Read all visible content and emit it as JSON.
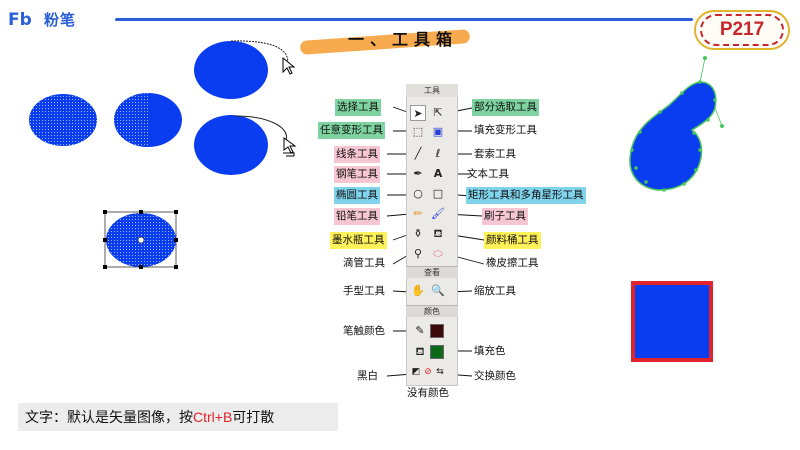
{
  "header": {
    "logo_fb": "Fb",
    "logo_cn": "粉笔",
    "page_label": "P217"
  },
  "title": "一、工具箱",
  "toolbox": {
    "head": "工具",
    "view_section": "查看",
    "color_section": "颜色"
  },
  "labels": {
    "select": "选择工具",
    "subselect": "部分选取工具",
    "free_transform": "任意变形工具",
    "fill_transform": "填充变形工具",
    "line": "线条工具",
    "lasso": "套索工具",
    "pen": "钢笔工具",
    "text": "文本工具",
    "oval": "椭圆工具",
    "rect": "矩形工具和多角星形工具",
    "pencil": "铅笔工具",
    "brush": "刷子工具",
    "ink": "墨水瓶工具",
    "paint": "颜料桶工具",
    "dropper": "滴管工具",
    "eraser": "橡皮擦工具",
    "hand": "手型工具",
    "zoom": "缩放工具",
    "stroke_color": "笔触颜色",
    "fill_color": "填充色",
    "black_white": "黑白",
    "swap": "交换颜色",
    "no_color": "没有颜色"
  },
  "footer": {
    "prefix": "文字：默认是矢量图像，按",
    "shortcut": "Ctrl+B",
    "suffix": "可打散"
  },
  "colors": {
    "shape_blue": "#0a3df0",
    "accent_red": "#e0242b",
    "logo_blue": "#2a5fd8",
    "label_green": "#7ed3a0",
    "label_pink": "#f6c6d3",
    "label_cyan": "#7fd3ea",
    "label_yellow": "#fff15a"
  },
  "icons": [
    "arrow-icon",
    "subselect-arrow-icon",
    "free-transform-icon",
    "fill-transform-icon",
    "line-icon",
    "lasso-icon",
    "pen-icon",
    "text-icon",
    "oval-icon",
    "rectangle-icon",
    "pencil-icon",
    "brush-icon",
    "ink-bottle-icon",
    "paint-bucket-icon",
    "dropper-icon",
    "eraser-icon",
    "hand-icon",
    "zoom-icon",
    "stroke-color-icon",
    "fill-color-icon",
    "black-white-icon",
    "no-color-icon",
    "swap-colors-icon"
  ]
}
